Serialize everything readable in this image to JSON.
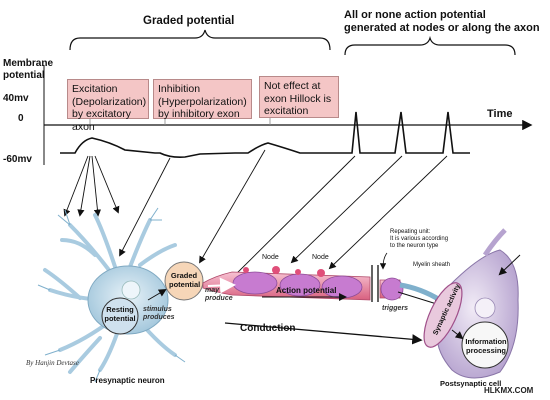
{
  "header": {
    "graded": "Graded potential",
    "all_or_none_line1": "All or none action potential",
    "all_or_none_line2": "generated at nodes or along the axon"
  },
  "axis": {
    "membrane_line1": "Membrane",
    "membrane_line2": "potential",
    "tick_40": "40mv",
    "tick_0": "0",
    "tick_neg60": "-60mv",
    "time": "Time"
  },
  "boxes": {
    "excitation": [
      "Excitation",
      "(Depolarization)",
      "by excitatory",
      "axon"
    ],
    "inhibition": [
      "Inhibition",
      "(Hyperpolarization)",
      "by inhibitory exon"
    ],
    "no_effect": [
      "Not effect at",
      "exon Hillock is",
      "excitation"
    ]
  },
  "neuron": {
    "graded_potential": [
      "Graded",
      "potential"
    ],
    "resting_potential": [
      "Resting",
      "potential"
    ],
    "stimulus_produces": [
      "stimulus",
      "produces"
    ],
    "may_produce": [
      "may",
      "produce"
    ],
    "node_1": "Node",
    "node_2": "Node",
    "action_potential": "Action potential",
    "repeating_unit": [
      "Repeating unit:",
      "It is various according",
      "to the neuron type"
    ],
    "myelin_sheath": "Myelin sheath",
    "triggers": "triggers",
    "synaptic_activity": "Synaptic activity",
    "information_processing": [
      "Information",
      "processing"
    ],
    "conduction": "Conduction",
    "presynaptic": "Presynaptic neuron",
    "postsynaptic": "Postsynaptic cell",
    "credit": "By Hanjin Devtase",
    "watermark": "HLKMX.COM"
  },
  "colors": {
    "box_fill": "#f4c6c6",
    "neuron_blue": "#bcd7e6",
    "axon_pink": "#e88aa8",
    "myelin": "#c77bd0",
    "soma_peach": "#f6d6b8",
    "post_cell": "#d9cbe6"
  }
}
